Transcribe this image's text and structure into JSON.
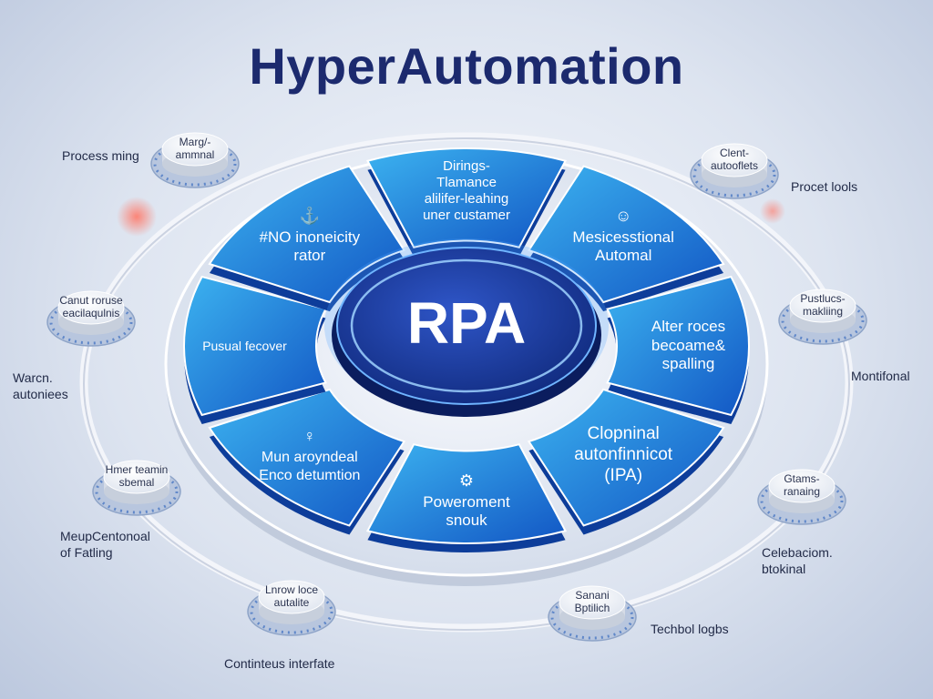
{
  "title": "HyperAutomation",
  "hub": {
    "label": "RPA"
  },
  "segments": [
    {
      "name": "Dirings- Tlamance alilifer-leahing uner custamer",
      "lines": [
        "Dirings-",
        "Tlamance",
        "alilifer-leahing",
        "uner custamer"
      ],
      "icon": "none"
    },
    {
      "name": "Mesicesstional Automal",
      "lines": [
        "Mesicesstional",
        "Automal"
      ],
      "icon": "head-icon"
    },
    {
      "name": "Alter roces becoame& spalling",
      "lines": [
        "Alter roces",
        "becoame&",
        "spalling"
      ],
      "icon": "none"
    },
    {
      "name": "Clopninal autonfinnicot (IPA)",
      "lines": [
        "Clopninal",
        "autonfinnicot",
        "(IPA)"
      ],
      "icon": "none"
    },
    {
      "name": "Poweroment snouk",
      "lines": [
        "Poweroment",
        "snouk"
      ],
      "icon": "robot-icon"
    },
    {
      "name": "Mun aroyndeal Enco detumtion",
      "lines": [
        "Mun aroyndeal",
        "Enco detumtion"
      ],
      "icon": "person-icon"
    },
    {
      "name": "Pusual fecover",
      "lines": [
        "Pusual fecover"
      ],
      "icon": "none"
    },
    {
      "name": "ANO inoneicity rator",
      "lines": [
        "#NO inoneicity",
        "rator"
      ],
      "icon": "pin-icon"
    }
  ],
  "nodes": [
    {
      "label": "Marg/- ammnal",
      "lines": [
        "Marg/-",
        "ammnal"
      ]
    },
    {
      "label": "Clent- autooflets",
      "lines": [
        "Clent-",
        "autooflets"
      ]
    },
    {
      "label": "Canut roruse eacilaqulnis",
      "lines": [
        "Canut roruse",
        "eacilaqulnis"
      ]
    },
    {
      "label": "Pustlucs- makliing",
      "lines": [
        "Pustlucs-",
        "makliing"
      ]
    },
    {
      "label": "Hmer teamin sbemal",
      "lines": [
        "Hmer teamin",
        "sbemal"
      ]
    },
    {
      "label": "Gtams- ranaing",
      "lines": [
        "Gtams-",
        "ranaing"
      ]
    },
    {
      "label": "Lnrow loce autalite",
      "lines": [
        "Lnrow loce",
        "autalite"
      ]
    },
    {
      "label": "Sanani Bptilich",
      "lines": [
        "Sanani",
        "Bptilich"
      ]
    }
  ],
  "side_labels": [
    {
      "lines": [
        "Process ming"
      ]
    },
    {
      "lines": [
        "Procet lools"
      ]
    },
    {
      "lines": [
        "Warcn.",
        "autoniees"
      ]
    },
    {
      "lines": [
        "Montifonal"
      ]
    },
    {
      "lines": [
        "MeupCentonoal",
        "of Fatling"
      ]
    },
    {
      "lines": [
        "Celebaciom.",
        "btokinal"
      ]
    },
    {
      "lines": [
        "Continteus interfate"
      ]
    },
    {
      "lines": [
        "Techbol logbs"
      ]
    }
  ],
  "colors": {
    "title": "#1c2a6e",
    "segment_light": "#33a9ec",
    "segment_dark": "#1458c8",
    "hub": "#1a3a9a",
    "ring": "#e8edf6",
    "glow": "#f26a5a"
  }
}
